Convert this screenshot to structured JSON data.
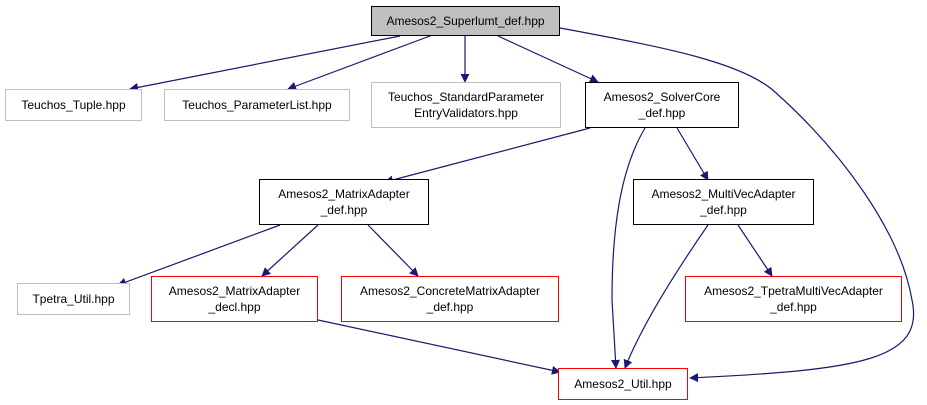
{
  "colors": {
    "edge": "#191970",
    "root_fill": "#bfbfbf",
    "normal_border": "#000000",
    "external_border": "#bfbfbf",
    "truncated_border": "#ff0000"
  },
  "nodes": {
    "superlumt_def": "Amesos2_Superlumt_def.hpp",
    "teuchos_tuple": "Teuchos_Tuple.hpp",
    "teuchos_parameterlist": "Teuchos_ParameterList.hpp",
    "teuchos_standardparameter": "Teuchos_StandardParameter\nEntryValidators.hpp",
    "solvercore_def": "Amesos2_SolverCore\n_def.hpp",
    "matrixadapter_def": "Amesos2_MatrixAdapter\n_def.hpp",
    "multivecadapter_def": "Amesos2_MultiVecAdapter\n_def.hpp",
    "tpetra_util": "Tpetra_Util.hpp",
    "matrixadapter_decl": "Amesos2_MatrixAdapter\n_decl.hpp",
    "concretematrixadapter_def": "Amesos2_ConcreteMatrixAdapter\n_def.hpp",
    "tpetramultivecadapter_def": "Amesos2_TpetraMultiVecAdapter\n_def.hpp",
    "amesos2_util": "Amesos2_Util.hpp"
  }
}
